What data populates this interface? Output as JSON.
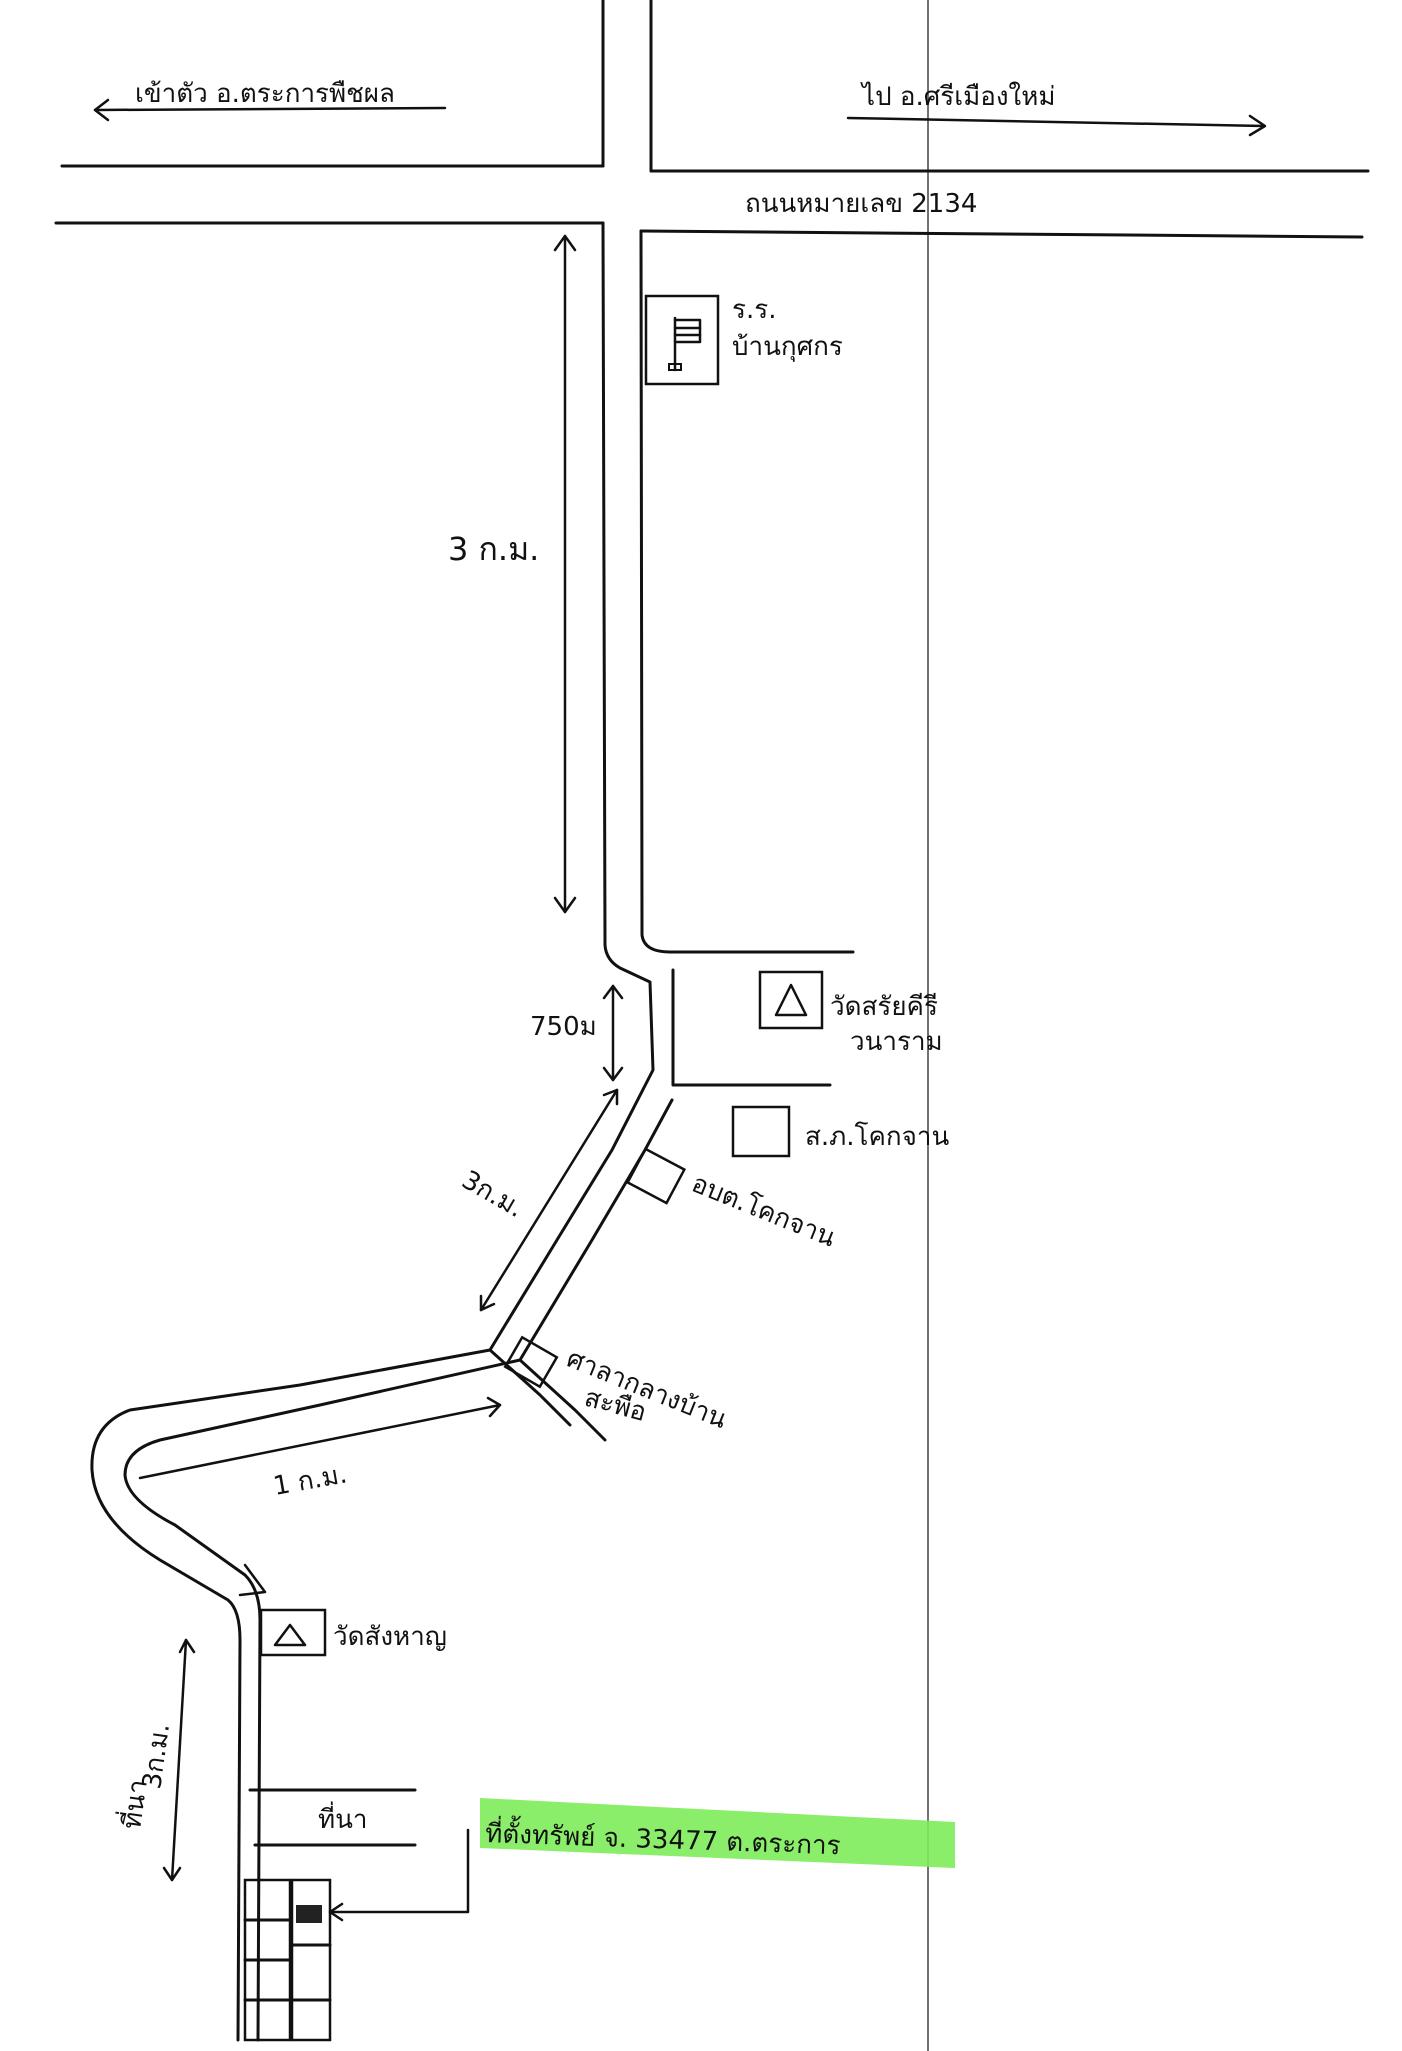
{
  "labels": {
    "to_city": "เข้าตัว อ.ตระการพืชผล",
    "to_other": "ไป อ.ศรีเมืองใหม่",
    "highway": "ถนนหมายเลข 2134",
    "school_line1": "ร.ร.",
    "school_line2": "บ้านกุศกร",
    "dist_3km_a": "3 ก.ม.",
    "dist_750m": "750ม",
    "temple1_line1": "วัดสรัยคีรี",
    "temple1_line2": "วนาราม",
    "health_station": "ส.ภ.โคกจาน",
    "sao": "อบต.โคกจาน",
    "dist_3km_b": "3ก.ม.",
    "pavilion_line1": "ศาลากลางบ้าน",
    "pavilion_line2": "สะพือ",
    "dist_1km": "1 ก.ม.",
    "temple2": "วัดสังหาญ",
    "dist_3km_c": "3ก.ม.",
    "rice_field_left": "ที่นา",
    "rice_field_right": "ที่นา",
    "property_location": "ที่ตั้งทรัพย์ จ. 33477 ต.ตระการ"
  },
  "colors": {
    "highlight": "#7dec5a",
    "ink": "#111111"
  },
  "icons": [
    "flag-icon",
    "temple-icon"
  ]
}
